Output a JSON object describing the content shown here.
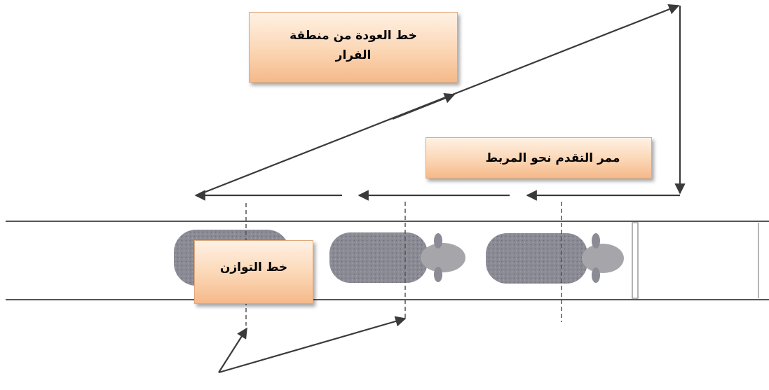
{
  "labels": {
    "return_line": "خط العودة من منطقة الفرار",
    "advance_lane": "ممر التقدم نحو المربط",
    "balance_line": "خط التوازن"
  },
  "colors": {
    "line": "#555555",
    "arrow": "#3a3a3a",
    "pig_body": "#8b8b95",
    "pig_head": "#a6a6aa",
    "label_top": "#fff1e4",
    "label_bottom": "#f5b98a"
  }
}
